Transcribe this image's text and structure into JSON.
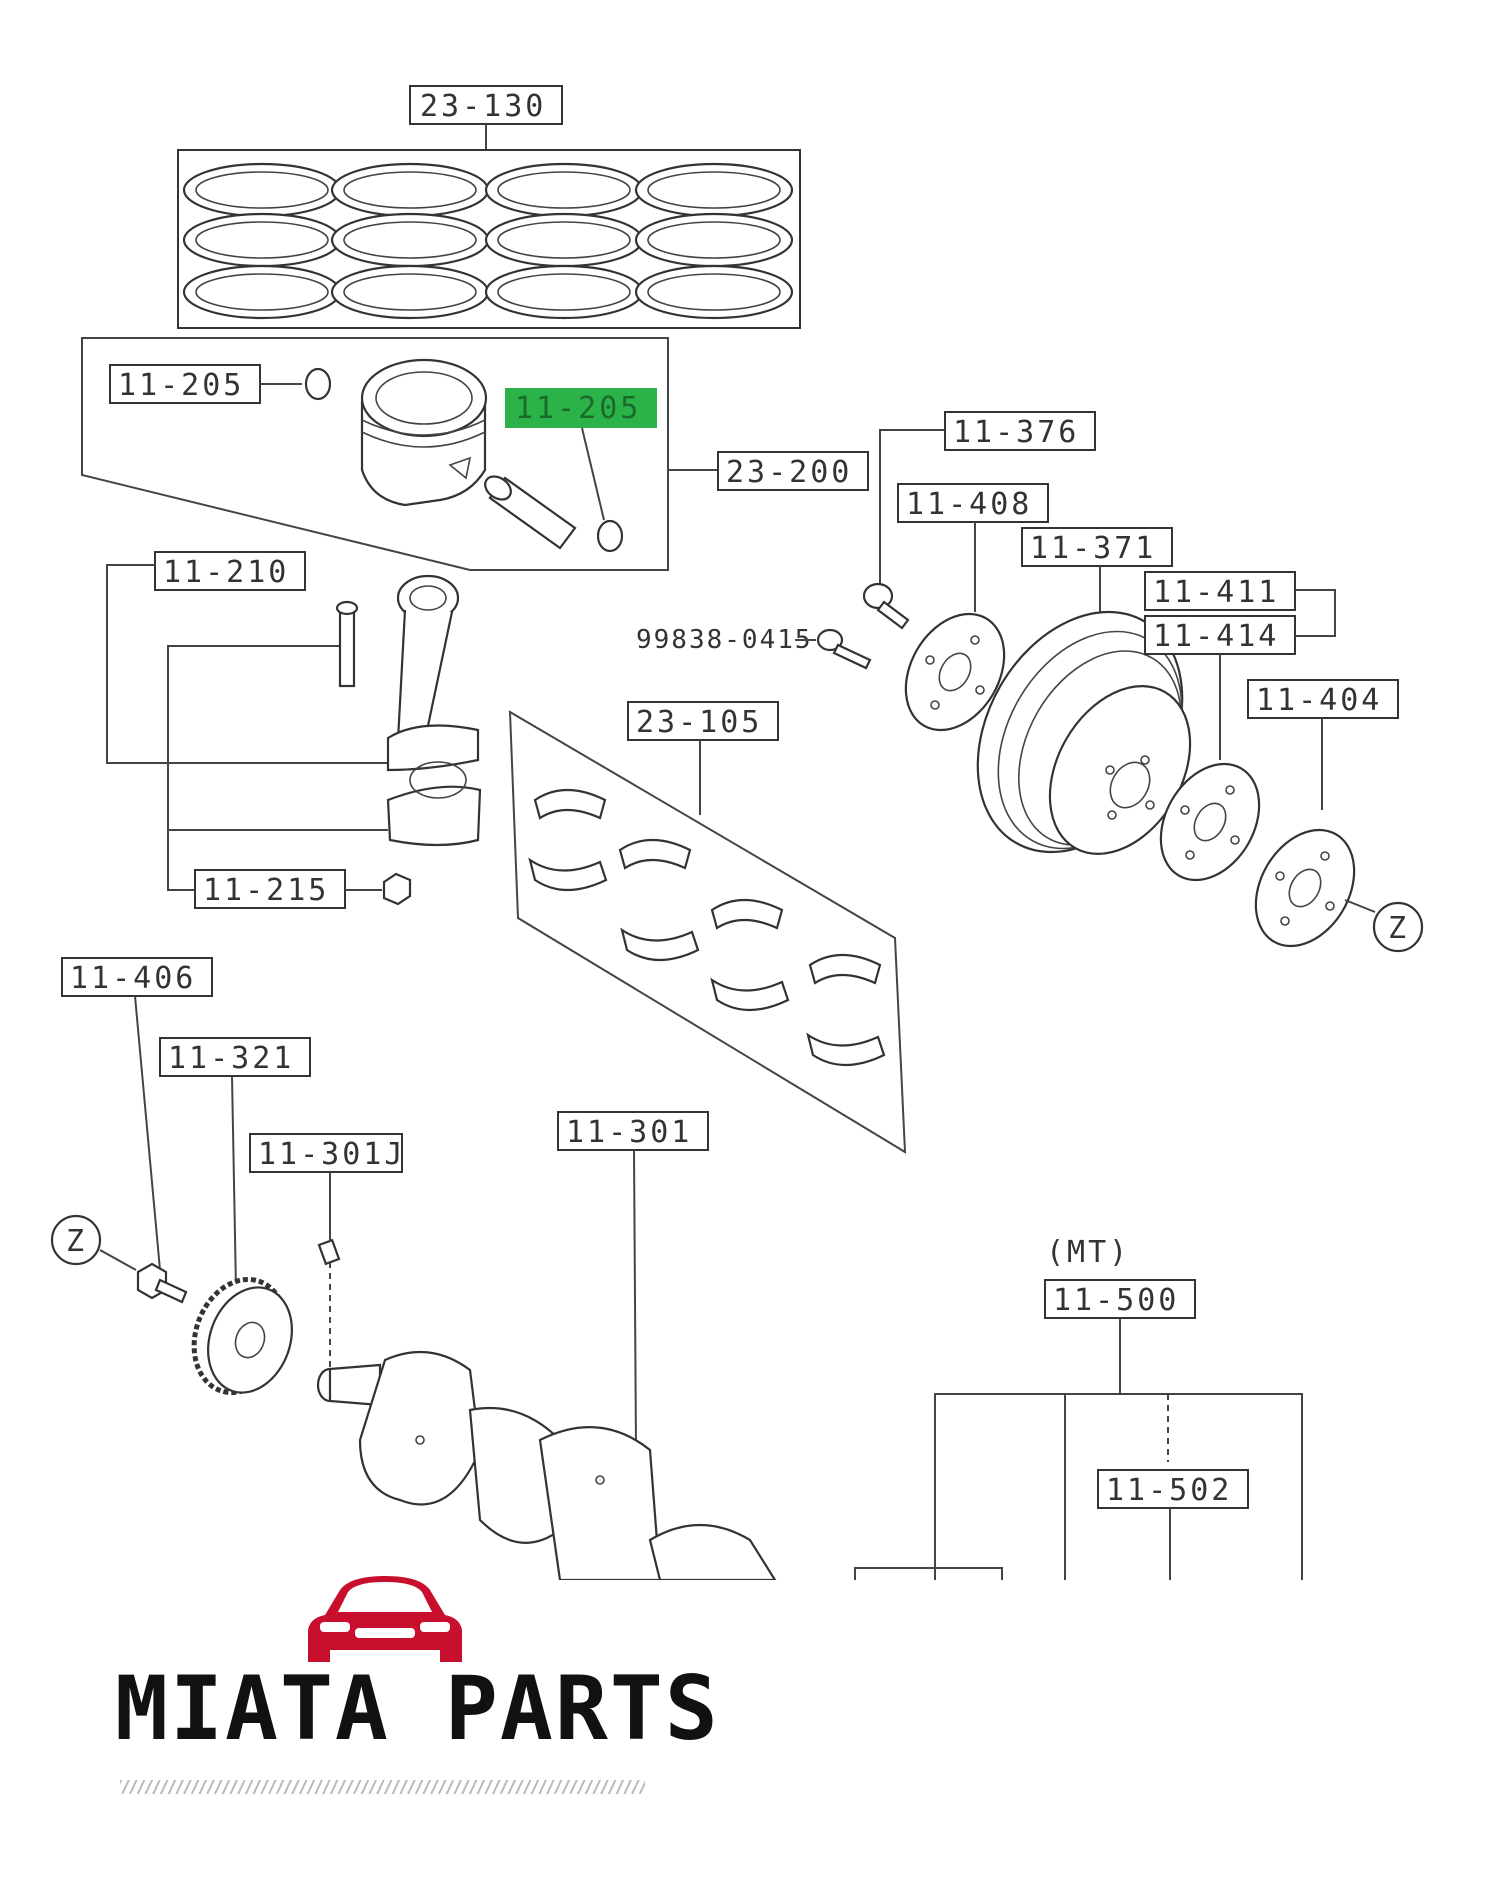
{
  "callouts": {
    "c23_130": "23-130",
    "c11_205a": "11-205",
    "c11_205b": "11-205",
    "c23_200": "23-200",
    "c11_376": "11-376",
    "c11_408": "11-408",
    "c11_371": "11-371",
    "c11_411": "11-411",
    "c11_414": "11-414",
    "c11_404": "11-404",
    "c11_210": "11-210",
    "c99838": "99838-0415",
    "c23_105": "23-105",
    "c11_215": "11-215",
    "c11_406": "11-406",
    "c11_321": "11-321",
    "c11_301j": "11-301J",
    "c11_301": "11-301",
    "mt": "(MT)",
    "c11_500": "11-500",
    "c11_502": "11-502",
    "z1": "Z",
    "z2": "Z"
  },
  "highlight_color": "#2bb34a",
  "brand": {
    "name": "MIATA PARTS",
    "accent": "#c8102e",
    "icon": "car-front-icon"
  }
}
